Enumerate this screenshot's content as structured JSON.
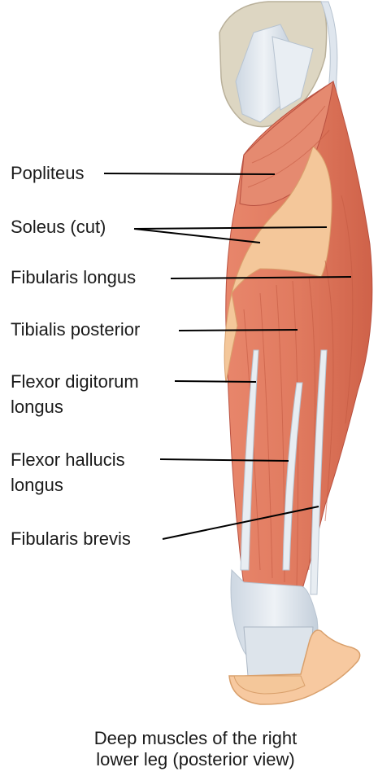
{
  "labels": {
    "popliteus": "Popliteus",
    "soleus": "Soleus (cut)",
    "fibularis_longus": "Fibularis longus",
    "tibialis_posterior": "Tibialis posterior",
    "flexor_digitorum_1": "Flexor digitorum",
    "flexor_digitorum_2": "longus",
    "flexor_hallucis_1": "Flexor hallucis",
    "flexor_hallucis_2": "longus",
    "fibularis_brevis": "Fibularis brevis"
  },
  "caption": {
    "line1": "Deep muscles of the right",
    "line2": "lower leg (posterior view)"
  },
  "colors": {
    "muscle": "#e07a5f",
    "muscle_dark": "#c8553d",
    "tendon": "#dfe6ee",
    "bone": "#ddd6c2",
    "fat": "#f4c79a",
    "skin": "#f7c9a0",
    "leader_line": "#000000"
  }
}
